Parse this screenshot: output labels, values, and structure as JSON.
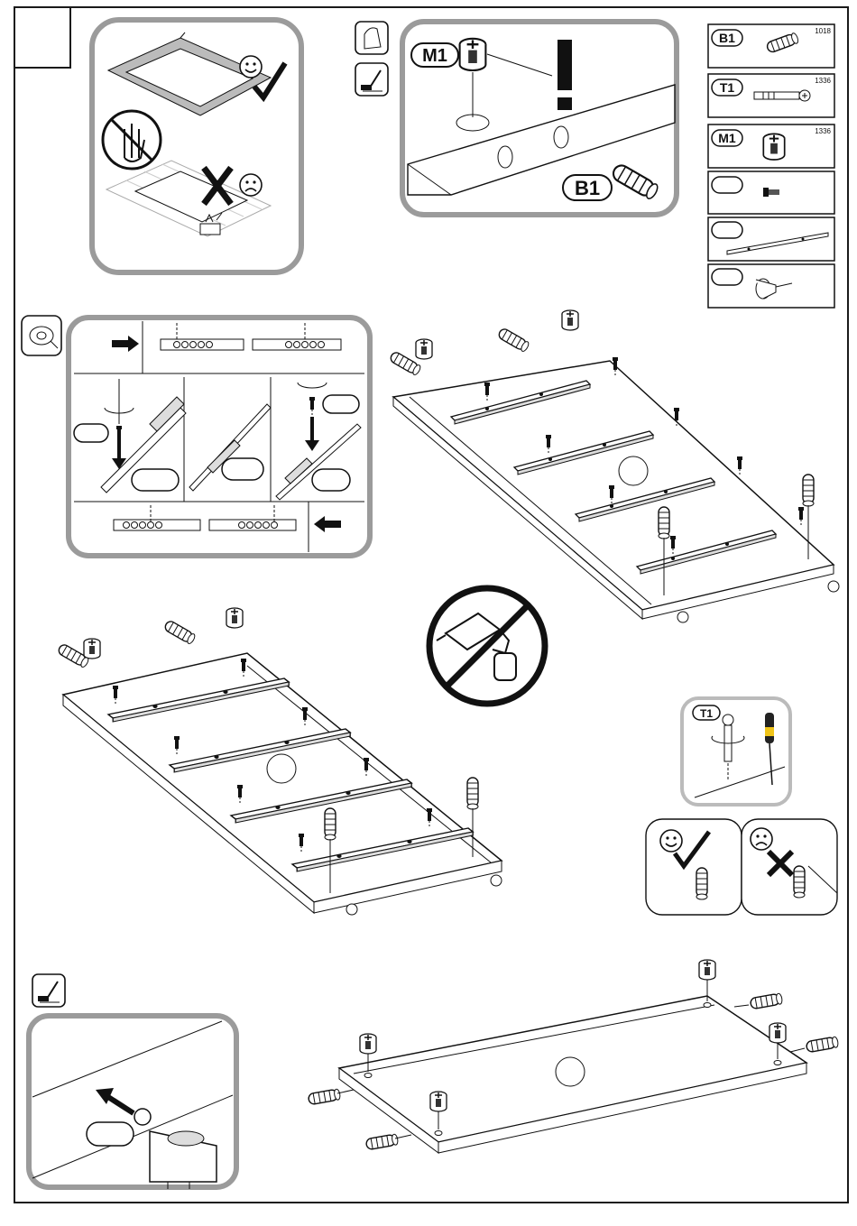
{
  "sheet": {
    "step_number": ""
  },
  "callouts": {
    "m1_label": "M1",
    "b1_label": "B1",
    "t1_label": "T1"
  },
  "parts_list": [
    {
      "code": "B1",
      "qty": "1018"
    },
    {
      "code": "T1",
      "qty": "1336"
    },
    {
      "code": "M1",
      "qty": "1336"
    },
    {
      "code": "",
      "qty": ""
    },
    {
      "code": "",
      "qty": ""
    },
    {
      "code": "",
      "qty": ""
    }
  ],
  "colors": {
    "panel_frame": "#9b9b9b",
    "line": "#1a1a1a",
    "screwdriver_handle": "#f0c419"
  },
  "icons": [
    "smile-face-icon",
    "frown-face-icon",
    "check-mark-icon",
    "cross-mark-icon",
    "no-hand-icon",
    "no-power-drill-icon",
    "glove-icon",
    "hammer-icon",
    "tape-roll-icon",
    "arrow-right-icon",
    "arrow-left-icon",
    "exclamation-icon"
  ]
}
